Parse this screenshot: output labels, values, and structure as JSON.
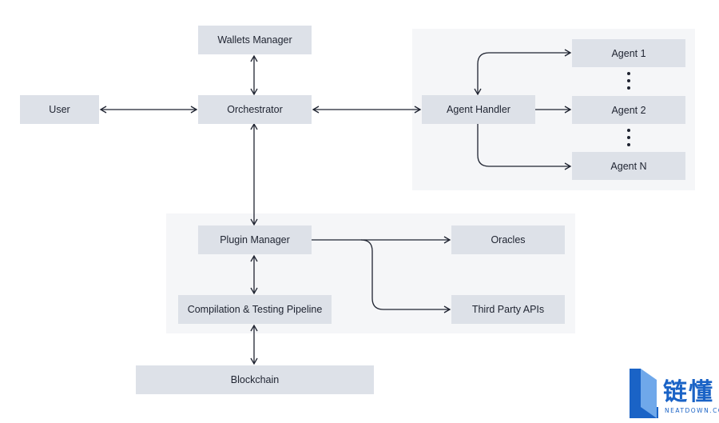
{
  "nodes": {
    "wallets_manager": "Wallets Manager",
    "user": "User",
    "orchestrator": "Orchestrator",
    "agent_handler": "Agent Handler",
    "agent_1": "Agent 1",
    "agent_2": "Agent 2",
    "agent_n": "Agent N",
    "plugin_manager": "Plugin Manager",
    "oracles": "Oracles",
    "third_party_apis": "Third Party APIs",
    "compilation_pipeline": "Compilation & Testing Pipeline",
    "blockchain": "Blockchain"
  },
  "edges": [
    {
      "from": "Orchestrator",
      "to": "Wallets Manager",
      "direction": "both"
    },
    {
      "from": "User",
      "to": "Orchestrator",
      "direction": "both"
    },
    {
      "from": "Orchestrator",
      "to": "Agent Handler",
      "direction": "both"
    },
    {
      "from": "Agent Handler",
      "to": "Agent 1",
      "direction": "both"
    },
    {
      "from": "Agent Handler",
      "to": "Agent 2",
      "direction": "forward"
    },
    {
      "from": "Agent Handler",
      "to": "Agent N",
      "direction": "forward"
    },
    {
      "from": "Orchestrator",
      "to": "Plugin Manager",
      "direction": "both"
    },
    {
      "from": "Plugin Manager",
      "to": "Oracles",
      "direction": "forward"
    },
    {
      "from": "Plugin Manager",
      "to": "Third Party APIs",
      "direction": "forward"
    },
    {
      "from": "Plugin Manager",
      "to": "Compilation & Testing Pipeline",
      "direction": "both"
    },
    {
      "from": "Compilation & Testing Pipeline",
      "to": "Blockchain",
      "direction": "both"
    }
  ],
  "logo": {
    "chinese": "链懂",
    "english": "NEATDOWN.COM"
  },
  "colors": {
    "node": "#dde1e8",
    "group": "#f5f6f8",
    "line": "#1e2330",
    "logo": "#1a63c6"
  }
}
